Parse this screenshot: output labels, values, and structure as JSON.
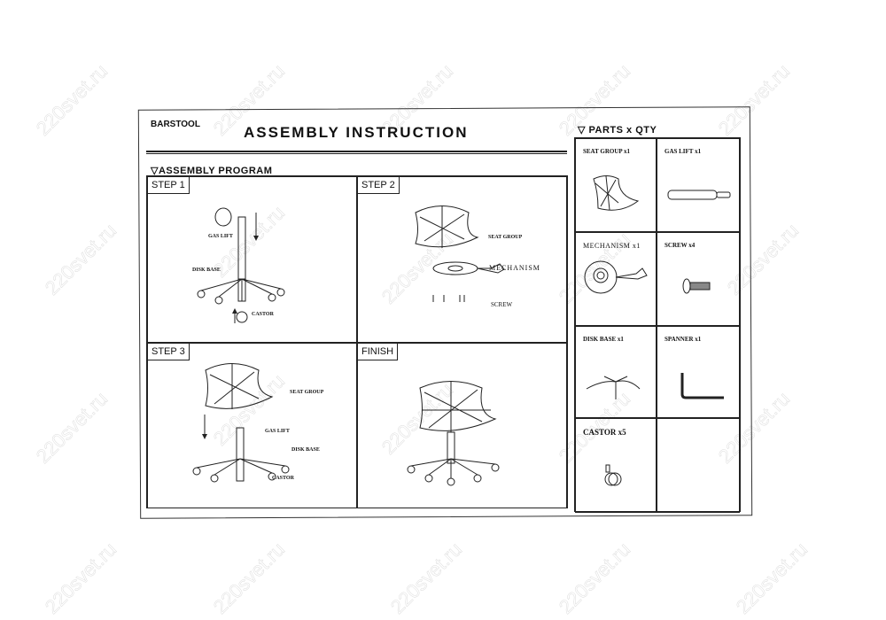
{
  "header": {
    "brand": "BARSTOOL",
    "title": "ASSEMBLY INSTRUCTION"
  },
  "program": {
    "heading": "ASSEMBLY PROGRAM",
    "steps": [
      {
        "label": "STEP 1",
        "callouts": [
          "GAS LIFT",
          "DISK BASE",
          "CASTOR"
        ]
      },
      {
        "label": "STEP 2",
        "callouts": [
          "SEAT GROUP",
          "MECHANISM",
          "SCREW"
        ]
      },
      {
        "label": "STEP 3",
        "callouts": [
          "SEAT GROUP",
          "GAS LIFT",
          "DISK BASE",
          "CASTOR"
        ]
      },
      {
        "label": "FINISH",
        "callouts": []
      }
    ]
  },
  "parts": {
    "heading": "PARTS x QTY",
    "items": [
      {
        "label": "SEAT GROUP  x1"
      },
      {
        "label": "GAS LIFT  x1"
      },
      {
        "label": "MECHANISM  x1"
      },
      {
        "label": "SCREW  x4"
      },
      {
        "label": "DISK BASE  x1"
      },
      {
        "label": "SPANNER  x1"
      },
      {
        "label": "CASTOR  x5"
      }
    ]
  },
  "watermark": "220svet.ru"
}
